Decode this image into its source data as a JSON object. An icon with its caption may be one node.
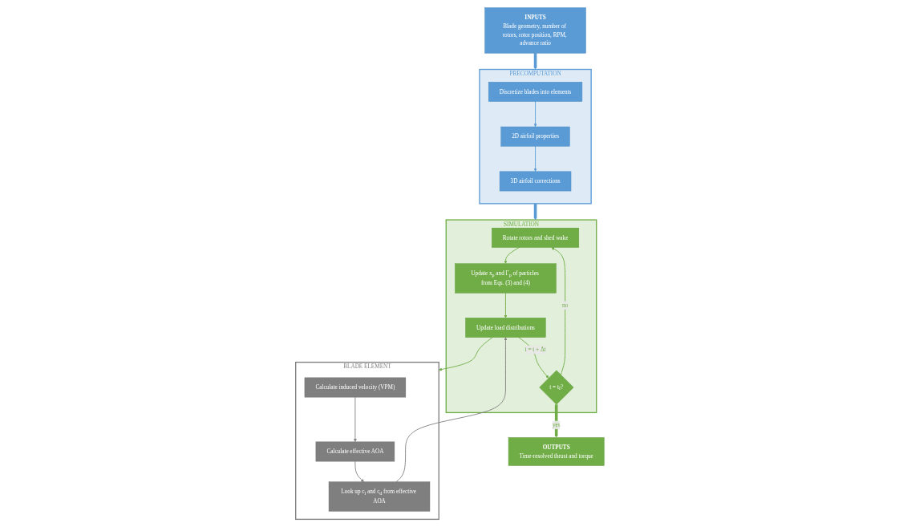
{
  "diagram": {
    "nodes": [
      {
        "text": [
          "INPUTS",
          "Blade geometry, number of rotors, rotor position, RPM, advance ratio"
        ]
      },
      {
        "text": [
          "PRECOMPUTATION"
        ]
      },
      {
        "text": [
          "Discretize blades into elements"
        ],
        "in": 1
      },
      {
        "text": [
          "2D airfoil properties"
        ],
        "in": 1
      },
      {
        "text": [
          "3D airfoil corrections"
        ],
        "in": 1
      },
      {
        "text": [
          "SIMULATION"
        ]
      },
      {
        "text": [
          "Rotate rotors and shed wake"
        ],
        "in": 5
      },
      {
        "text": [
          "Update x$_{p}$ and Γ$_{p}$ of particles from Eqs. (3) and (4)"
        ],
        "in": 5
      },
      {
        "text": [
          "Update load distributions"
        ],
        "in": 5
      },
      {
        "text": [
          "t = t$_{f}$?"
        ],
        "in": 5
      },
      {
        "text": [
          "BLADE ELEMENT"
        ]
      },
      {
        "text": [
          "Calculate induced velocity (VPM)"
        ],
        "in": 10
      },
      {
        "text": [
          "Calculate effective AOA"
        ],
        "in": 10
      },
      {
        "text": [
          "Look up c$_{l}$ and c$_{d}$ from effective AOA"
        ],
        "in": 10
      },
      {
        "text": [
          "OUTPUTS",
          "Time-resolved thrust and torque"
        ]
      }
    ],
    "edges": [
      {
        "from": 0,
        "to": 1,
        "arrow": "to",
        "style": "thick",
        "color": "#5b9bd5"
      },
      {
        "from": 2,
        "to": 3,
        "arrow": "to",
        "color": "#5b9bd5"
      },
      {
        "from": 3,
        "to": 4,
        "arrow": "to",
        "color": "#5b9bd5"
      },
      {
        "from": 1,
        "to": 5,
        "arrow": "to",
        "style": "thick",
        "color": "#5b9bd5"
      },
      {
        "from": 6,
        "to": 7,
        "arrow": "to"
      },
      {
        "from": 7,
        "to": 8,
        "arrow": "to"
      },
      {
        "from": 8,
        "to": 9,
        "arrow": "to",
        "label": "t = t + Δt"
      },
      {
        "from": 9,
        "to": 6,
        "arrow": "to",
        "label": "no"
      },
      {
        "from": 8,
        "to": 10,
        "arrow": "to"
      },
      {
        "from": 11,
        "to": 12,
        "arrow": "to",
        "color": "#7f7f7f"
      },
      {
        "from": 12,
        "to": 13,
        "arrow": "to",
        "color": "#7f7f7f"
      },
      {
        "from": 13,
        "to": 8,
        "arrow": "to",
        "color": "#7f7f7f"
      },
      {
        "from": 9,
        "to": 14,
        "arrow": "to",
        "label": "yes",
        "style": "thick"
      }
    ]
  }
}
